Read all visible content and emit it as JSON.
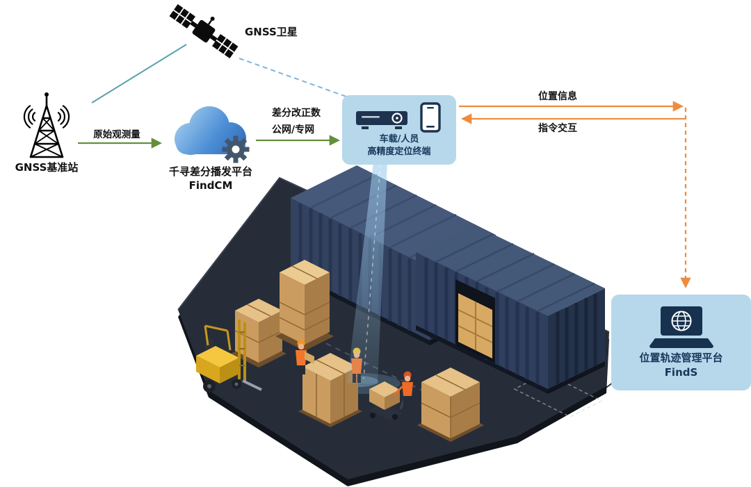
{
  "colors": {
    "panel-bg": "#b6d8ea",
    "panel-text": "#17375c",
    "green": "#628f3d",
    "orange": "#ed8c3e",
    "teal": "#58a0ae",
    "sky": "#7fb4da",
    "ink": "#111111"
  },
  "labels": {
    "satellite": "GNSS卫星",
    "base_station": "GNSS基准站",
    "raw_observation": "原始观测量",
    "cloud_platform_line1": "千寻差分播发平台",
    "cloud_platform_line2": "FindCM",
    "correction_line1": "差分改正数",
    "correction_line2": "公网/专网",
    "terminal_line1": "车载/人员",
    "terminal_line2": "高精度定位终端",
    "position_info": "位置信息",
    "command_interaction": "指令交互",
    "platform_line1": "位置轨迹管理平台",
    "platform_line2": "FindS"
  }
}
